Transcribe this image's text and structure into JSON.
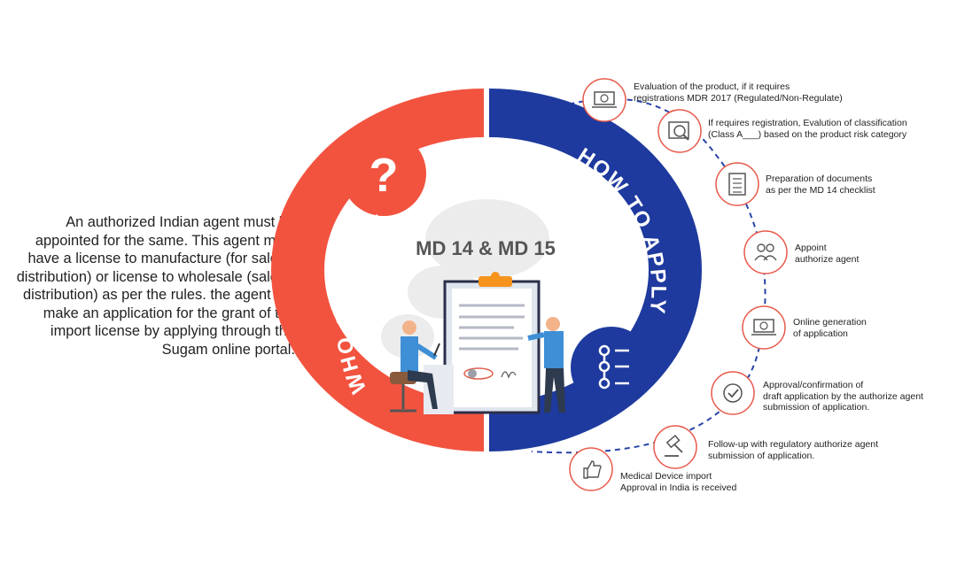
{
  "description": "An authorized Indian agent must be appointed for the same. This agent must have a license to manufacture (for sale or distribution) or license to wholesale (sale or distribution) as per the rules. the agent will make an application for the grant of the import license by applying through the Sugam online portal.",
  "center_title": "MD 14 & MD 15",
  "left_arc_label": "WHO CAN APPLY",
  "right_arc_label": "HOW TO APPLY",
  "question_mark": "?",
  "colors": {
    "left_half": "#F2533F",
    "right_half": "#1E3A9E",
    "accent_orange": "#F7941D",
    "shirt_blue": "#3E8FD6",
    "step_ring": "#E8594A",
    "dashed_line": "#2A44A8"
  },
  "steps": [
    {
      "icon": "laptop-search-icon",
      "lines": [
        "Evaluation of the product, if it requires",
        "registrations MDR 2017 (Regulated/Non-Regulate)"
      ]
    },
    {
      "icon": "magnifier-icon",
      "lines": [
        "If requires registration, Evalution of classification",
        "(Class A___) based on the product risk category"
      ]
    },
    {
      "icon": "document-icon",
      "lines": [
        "Preparation of documents",
        "as per the MD 14 checklist"
      ]
    },
    {
      "icon": "agents-icon",
      "lines": [
        "Appoint",
        "authorize agent"
      ]
    },
    {
      "icon": "laptop-icon",
      "lines": [
        "Online generation",
        "of application"
      ]
    },
    {
      "icon": "check-icon",
      "lines": [
        "Approval/confirmation of",
        "draft application by the authorize agent",
        "submission of application."
      ]
    },
    {
      "icon": "gavel-icon",
      "lines": [
        "Follow-up with regulatory authorize agent",
        "submission of application."
      ]
    },
    {
      "icon": "thumbs-up-icon",
      "lines": [
        "Medical Device import",
        "Approval in India is received"
      ]
    }
  ]
}
